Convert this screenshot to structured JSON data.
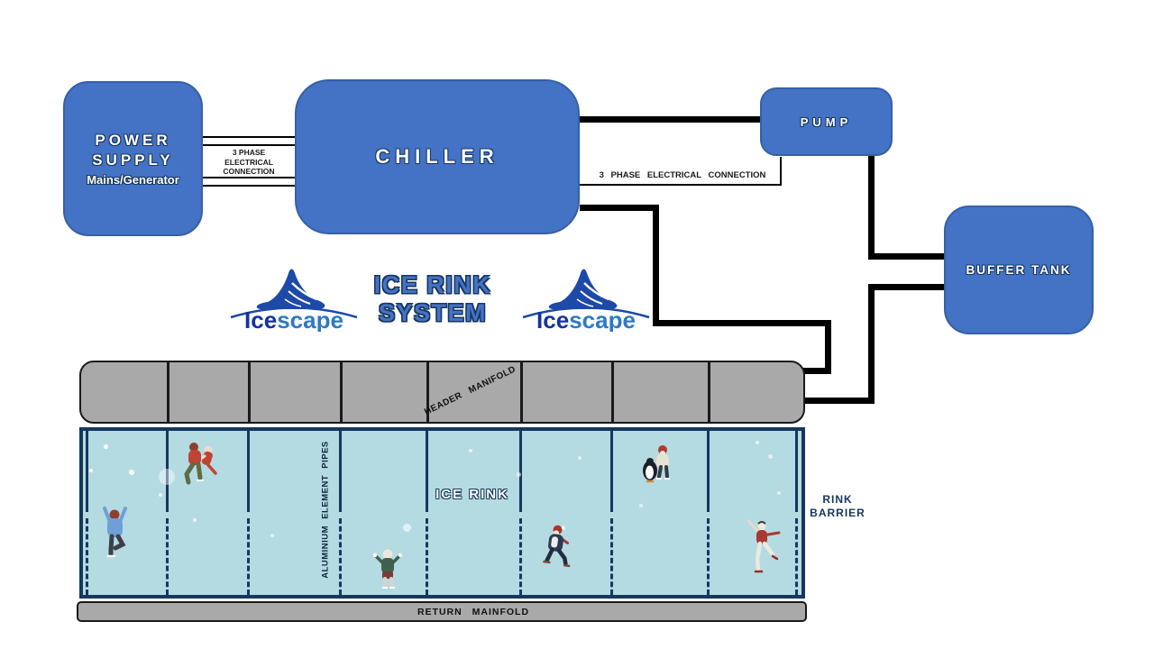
{
  "title": {
    "line1": "ICE RINK",
    "line2": "SYSTEM"
  },
  "logo": {
    "word_dark": "Ice",
    "word_light": "scape"
  },
  "components": {
    "power_supply": {
      "title_line1": "POWER",
      "title_line2": "SUPPLY",
      "subtitle": "Mains/Generator"
    },
    "chiller": {
      "label": "CHILLER"
    },
    "pump": {
      "label": "PUMP"
    },
    "buffer_tank": {
      "label": "BUFFER TANK"
    }
  },
  "connections": {
    "power_to_chiller": {
      "line1": "3 PHASE",
      "line2": "ELECTRICAL",
      "line3": "CONNECTION"
    },
    "chiller_to_pump": {
      "label": "3 PHASE ELECTRICAL CONNECTION"
    }
  },
  "rink": {
    "header_manifold_label": "HEADER MANIFOLD",
    "return_manifold_label": "RETURN MAINFOLD",
    "ice_label": "ICE RINK",
    "element_pipes_label": "ALUMINIUM ELEMENT PIPES",
    "barrier_line1": "RINK",
    "barrier_line2": "BARRIER"
  },
  "colors": {
    "component_fill": "#4472C4",
    "component_border": "#3560A8",
    "manifold_fill": "#A9A9A9",
    "ice_fill": "#B4DBE2",
    "rink_border": "#17375E",
    "pipe": "#000000",
    "title_text": "#4472C4",
    "logo_dark_blue": "#16339E",
    "logo_light_blue": "#2D7AC4"
  }
}
